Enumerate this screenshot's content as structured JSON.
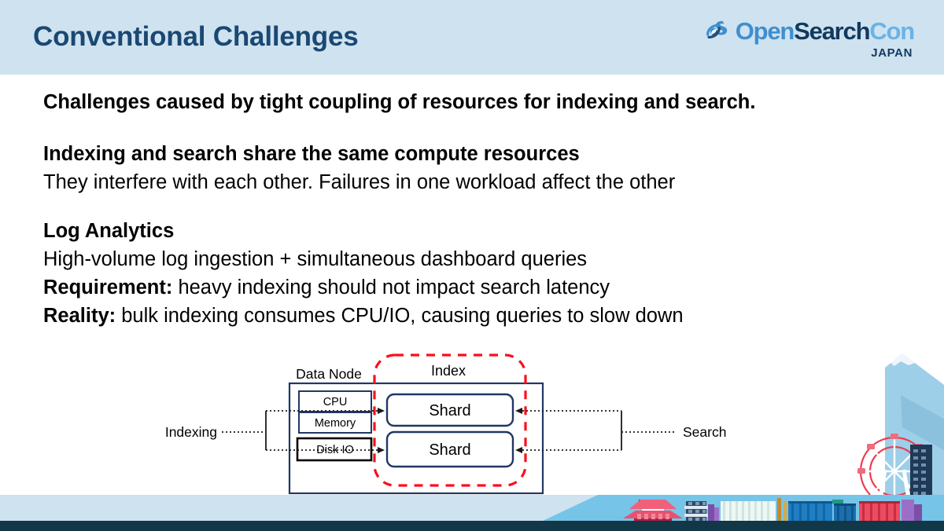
{
  "header": {
    "title": "Conventional Challenges",
    "logo": {
      "word_open": "Open",
      "word_search": "Search",
      "word_con": "Con",
      "subtitle": "JAPAN",
      "color_open": "#3f8fd0",
      "color_search": "#123a5e",
      "color_con": "#69b3e7"
    },
    "band_color": "#cfe2f0",
    "title_color": "#1a4872"
  },
  "body": {
    "intro": "Challenges caused by tight coupling of resources for indexing and search.",
    "section1": {
      "heading": "Indexing and search share the same compute resources",
      "text": "They interfere with each other. Failures in one workload affect the other"
    },
    "section2": {
      "heading": "Log Analytics",
      "line1": "High-volume log ingestion + simultaneous dashboard queries",
      "line2_label": "Requirement:",
      "line2_text": " heavy indexing should not impact search latency",
      "line3_label": "Reality:",
      "line3_text": " bulk indexing consumes CPU/IO, causing queries to slow down"
    }
  },
  "diagram": {
    "left_label": "Indexing",
    "right_label": "Search",
    "data_node_label": "Data Node",
    "index_label": "Index",
    "resources": [
      "CPU",
      "Memory",
      "Disk IO"
    ],
    "shards": [
      "Shard",
      "Shard"
    ],
    "colors": {
      "box_border": "#1f3864",
      "index_dashed": "#fc0d1b",
      "disk_border": "#000000",
      "connector": "#1a1a1a"
    }
  },
  "footer": {
    "band_light": "#cfe2f0",
    "band_mid": "#76c4e8",
    "band_dark": "#123746",
    "fuji_color": "#9ecfe8",
    "ferris_color": "#ef3c52",
    "building_color": "#1f3a57"
  }
}
